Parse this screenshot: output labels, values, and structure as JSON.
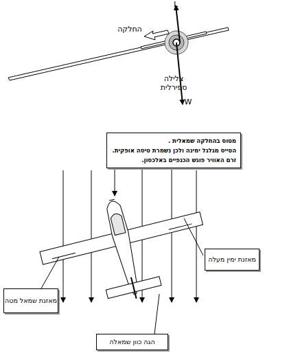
{
  "diagram": {
    "nodes": [
      {
        "text": [
          "מטוס בהחלקה שמאלית .",
          "הטייס מגלגל ימינה ולכן נשמרת טיסה אופקית.",
          "זרם האוויר פוגש הכנפיים באלכסון."
        ]
      },
      {
        "text": [
          "מאזנת ימין מעלה"
        ]
      },
      {
        "text": [
          "מאזנת שמאל מטה"
        ]
      },
      {
        "text": [
          "הגה כוון שמאלה"
        ]
      }
    ],
    "labels": [
      "L",
      "החלקה",
      "צלילה ספירלית",
      "W"
    ]
  }
}
